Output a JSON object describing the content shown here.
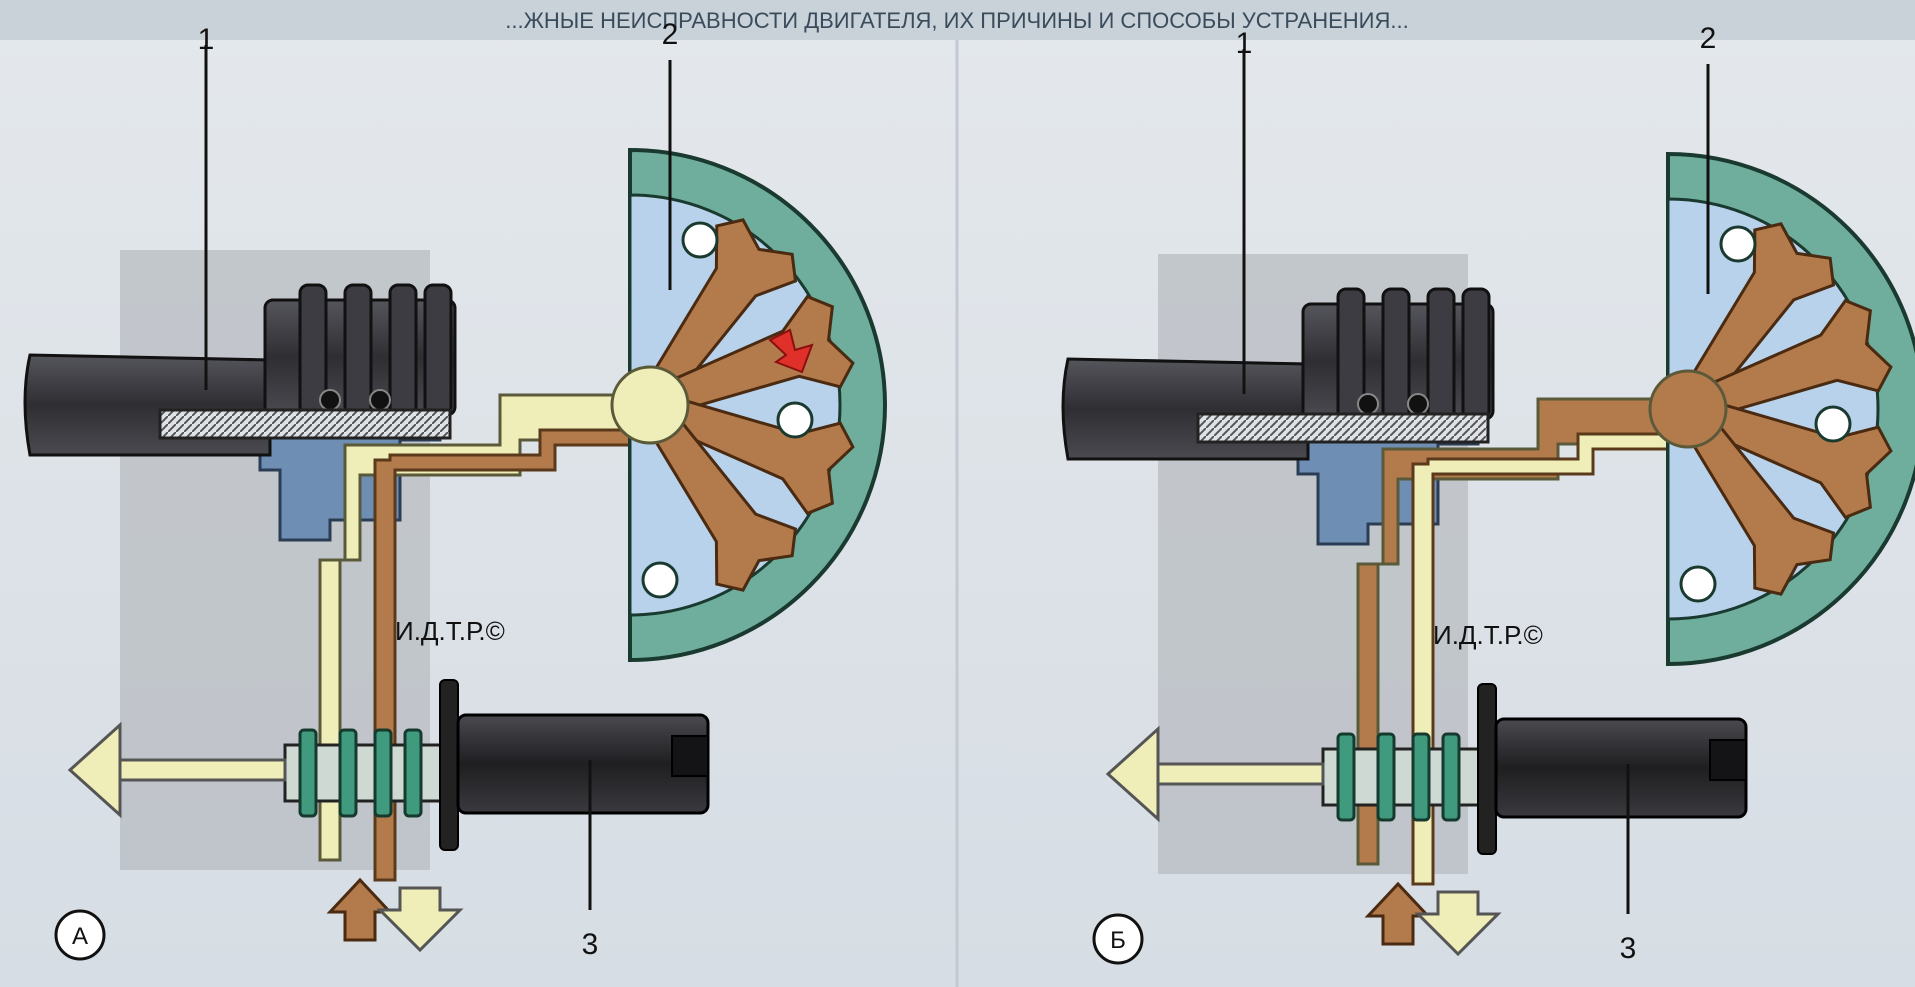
{
  "header_text": "...ЖНЫЕ НЕИСПРАВНОСТИ ДВИГАТЕЛЯ, ИХ ПРИЧИНЫ И СПОСОБЫ УСТРАНЕНИЯ...",
  "watermark": "И.Д.Т.Р.©",
  "colors": {
    "oil_low": "#efeeb8",
    "oil_high": "#b37a4c",
    "vane_chamber": "#b9d2ec",
    "stator_ring": "#6fae9c",
    "camshaft": "#3f3f44",
    "housing": "#6e8eb3",
    "valve_body": "#2a2a2d"
  },
  "panels": [
    {
      "id": "A",
      "panel_label": "А",
      "callouts": [
        "1",
        "2",
        "3"
      ]
    },
    {
      "id": "B",
      "panel_label": "Б",
      "callouts": [
        "1",
        "2",
        "3"
      ]
    }
  ]
}
